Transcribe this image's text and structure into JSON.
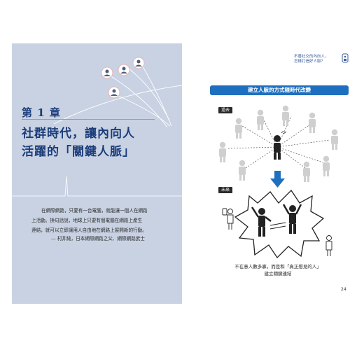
{
  "left_page": {
    "chapter_label": "第 1 章",
    "chapter_title_lines": [
      "社群時代，讓內向人",
      "活躍的「關鍵人脈」"
    ],
    "quote_lines": [
      "在網際網路，只要有一台電腦，就能讓一個人在網路",
      "上活動。換句話說，地球上只要有個電腦在網路上產生",
      "連結，就可以立即讓用人自由地在網路上展開新的行動。"
    ],
    "quote_author": "— 村井純，日本網際網路之父、網際網路武士",
    "background_color": "#c8d2e3",
    "accent_color": "#1c3d7a"
  },
  "right_page": {
    "header_note_lines": [
      "不善社交的內向人，",
      "怎樣打造好人脈？"
    ],
    "banner_title": "建立人脈的方式隨時代改變",
    "banner_color": "#1e6fbf",
    "tag_past": "過去",
    "tag_future": "未來",
    "caption_lines": [
      "不在意人數多寡，而是和「真正想見的人」",
      "建立關鍵連結"
    ],
    "page_number": "24"
  }
}
